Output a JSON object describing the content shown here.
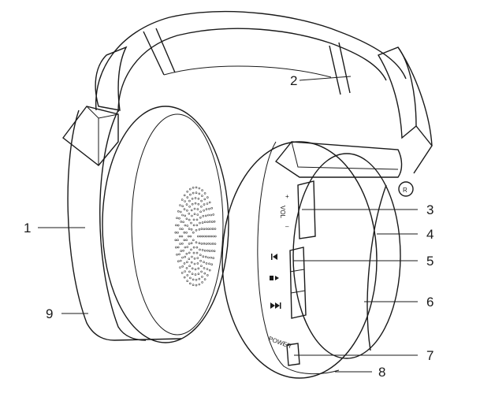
{
  "diagram": {
    "callouts": [
      {
        "id": "1",
        "label": "1"
      },
      {
        "id": "2",
        "label": "2"
      },
      {
        "id": "3",
        "label": "3"
      },
      {
        "id": "4",
        "label": "4"
      },
      {
        "id": "5",
        "label": "5"
      },
      {
        "id": "6",
        "label": "6"
      },
      {
        "id": "7",
        "label": "7"
      },
      {
        "id": "8",
        "label": "8"
      },
      {
        "id": "9",
        "label": "9"
      }
    ],
    "controls": {
      "vol_plus": "+",
      "vol_label": "VOL",
      "vol_minus": "–",
      "prev_icon": "skip-back-icon",
      "play_stop_icon": "play-stop-icon",
      "next_icon": "skip-forward-icon",
      "power_label": "POWER",
      "right_side_marker": "R"
    }
  }
}
